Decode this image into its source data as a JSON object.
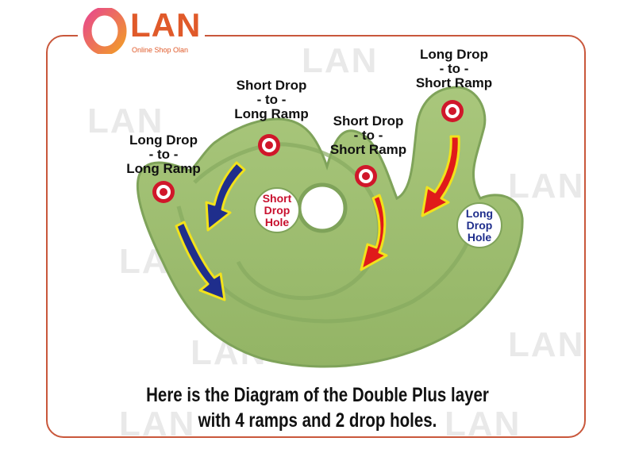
{
  "logo": {
    "brand": "LAN",
    "tagline": "Online Shop Olan",
    "ring_colors": [
      "#e84a8a",
      "#f19a2a"
    ],
    "text_color": "#e05a2a"
  },
  "watermark": "LAN",
  "colors": {
    "frame": "#c9573b",
    "layer": "#9fbe72",
    "layer_dark": "#7fa35a",
    "arrow_blue": "#1f2e8c",
    "arrow_red": "#e01a1a",
    "arrow_outline": "#f2e21c",
    "target": "#d0172a"
  },
  "labels": {
    "long_to_long": [
      "Long Drop",
      "- to -",
      "Long Ramp"
    ],
    "short_to_long": [
      "Short Drop",
      "- to -",
      "Long Ramp"
    ],
    "short_to_short": [
      "Short Drop",
      "- to -",
      "Short Ramp"
    ],
    "long_to_short": [
      "Long Drop",
      "- to -",
      "Short Ramp"
    ],
    "short_hole": [
      "Short",
      "Drop",
      "Hole"
    ],
    "long_hole": [
      "Long",
      "Drop",
      "Hole"
    ]
  },
  "caption": {
    "line1": "Here is the Diagram of the Double Plus layer",
    "line2": "with 4 ramps and 2 drop holes."
  }
}
